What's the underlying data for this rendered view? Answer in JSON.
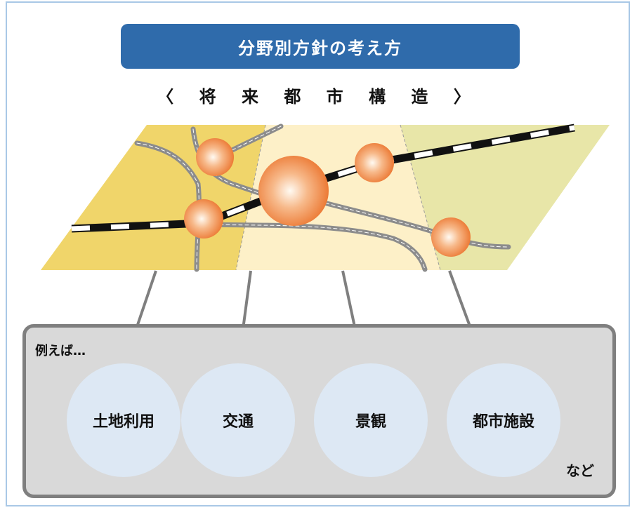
{
  "title": "分野別方針の考え方",
  "subtitle": "〈 将 来 都 市 構 造 〉",
  "example_label": "例えば…",
  "categories": [
    "土地利用",
    "交通",
    "景観",
    "都市施設"
  ],
  "etc_label": "など",
  "colors": {
    "title_bg": "#2f6bab",
    "frame_border": "#a9c8e6",
    "map_zone_left": "#f0d56a",
    "map_zone_center": "#fdf0c8",
    "map_zone_right": "#e8e6a8",
    "node_orange": "#f08c4a",
    "panel_bg": "#d9d9d9",
    "panel_border": "#7f7f7f",
    "circle_fill": "#dde8f4"
  }
}
